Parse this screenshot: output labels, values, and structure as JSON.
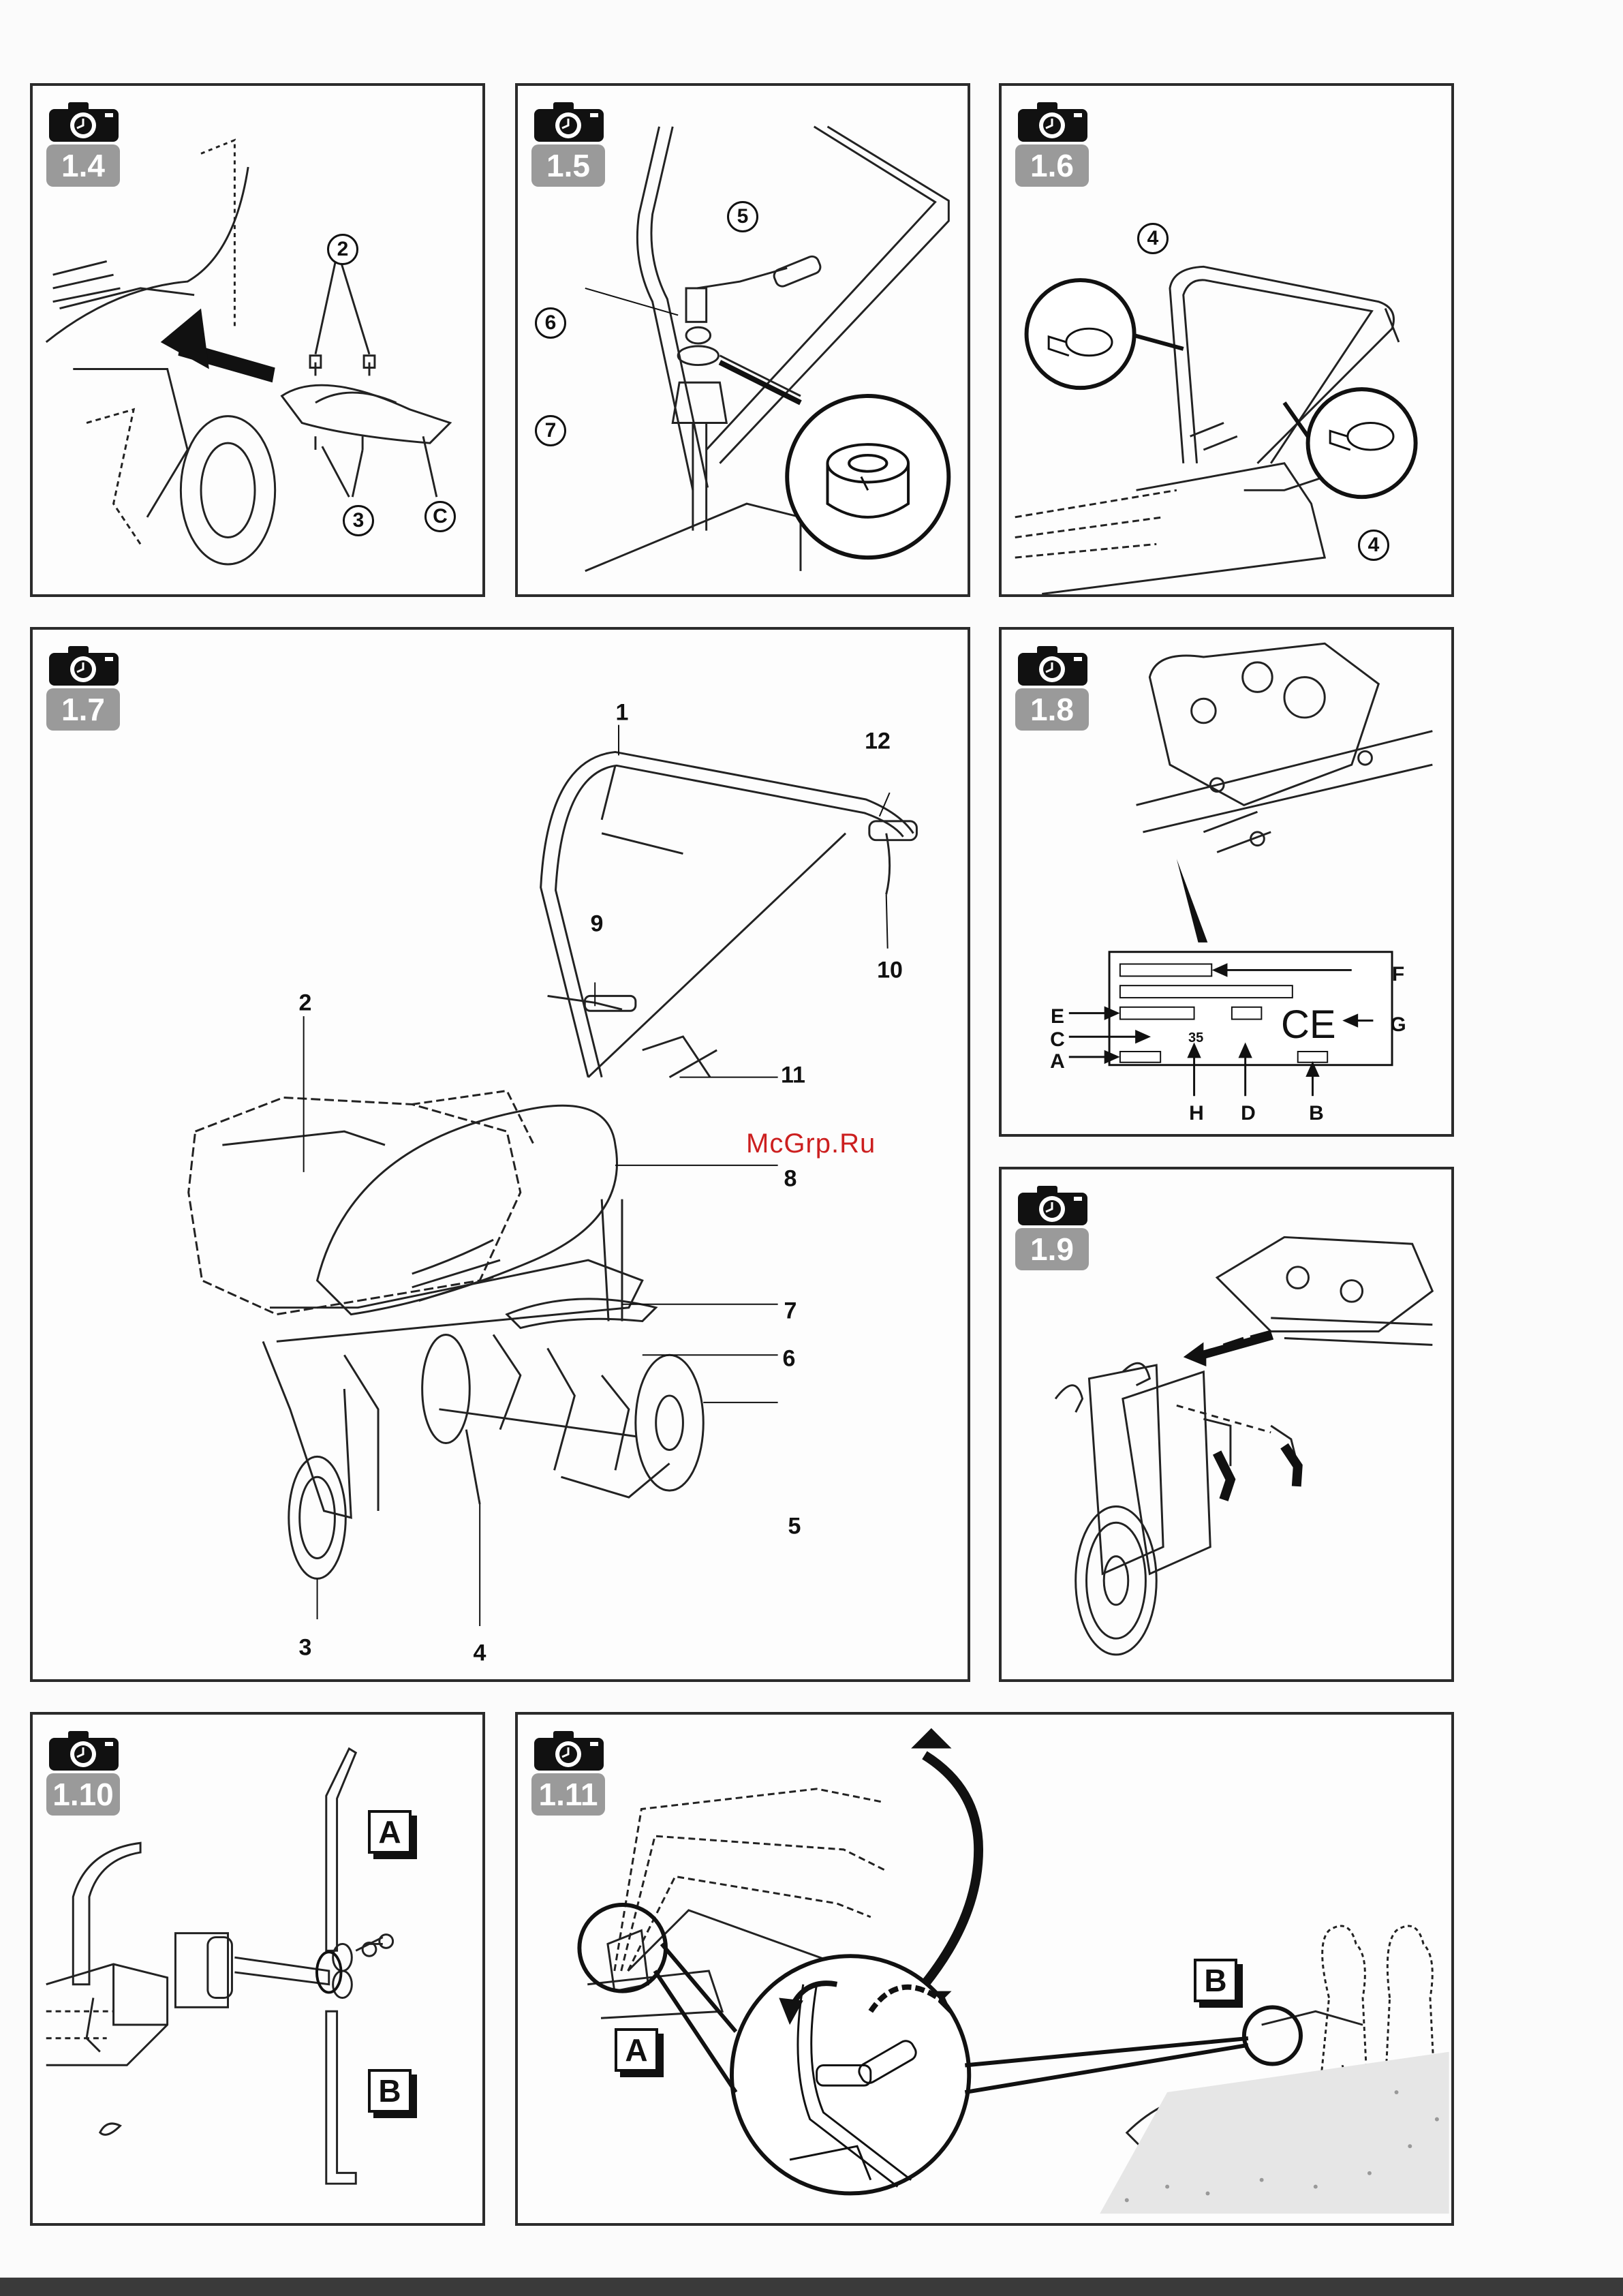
{
  "watermark": "McGrp.Ru",
  "icon": "camera-icon",
  "panels": {
    "p14": {
      "badge": "1.4",
      "callouts": {
        "two": "2",
        "three": "3",
        "c": "C"
      }
    },
    "p15": {
      "badge": "1.5",
      "callouts": {
        "five": "5",
        "six": "6",
        "seven": "7"
      }
    },
    "p16": {
      "badge": "1.6",
      "callouts": {
        "four_top": "4",
        "four_bottom": "4"
      }
    },
    "p17": {
      "badge": "1.7",
      "callouts": [
        "1",
        "2",
        "3",
        "4",
        "5",
        "6",
        "7",
        "8",
        "9",
        "10",
        "11",
        "12"
      ]
    },
    "p18": {
      "badge": "1.8",
      "plate": {
        "labels": [
          "A",
          "B",
          "C",
          "D",
          "E",
          "F",
          "G",
          "H"
        ],
        "number": "35",
        "mark": "CE"
      }
    },
    "p19": {
      "badge": "1.9"
    },
    "p110": {
      "badge": "1.10",
      "labels": {
        "a": "A",
        "b": "B"
      }
    },
    "p111": {
      "badge": "1.11",
      "labels": {
        "a": "A",
        "b": "B"
      }
    }
  }
}
